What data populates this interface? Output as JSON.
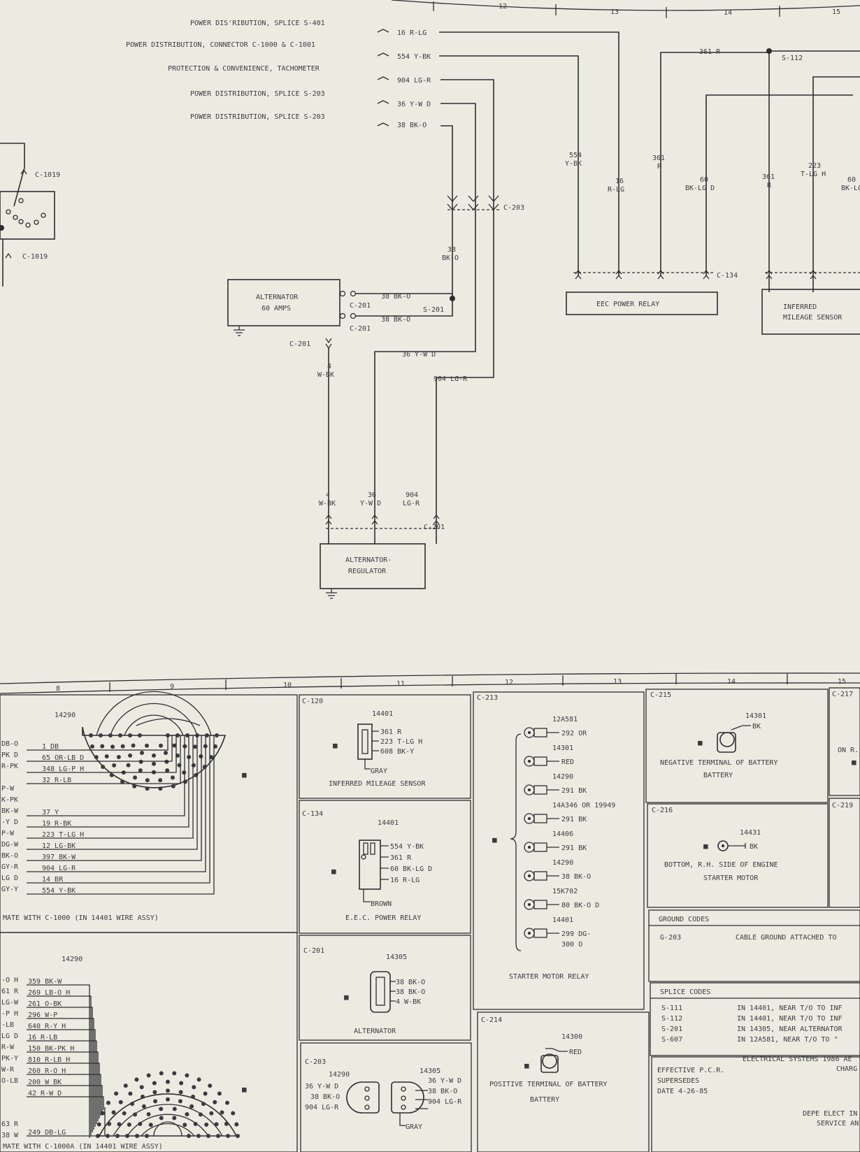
{
  "title_block": {
    "electrical_systems": "ELECTRICAL SYSTEMS 1986 AE",
    "charg": "CHARG",
    "effective": "EFFECTIVE P.C.R.",
    "supersedes": "SUPERSEDES",
    "date": "DATE 4-26-85",
    "dept1": "DEPE ELECT IN",
    "dept2": "SERVICE AN"
  },
  "columns": [
    "8",
    "9",
    "10",
    "11",
    "12",
    "13",
    "14",
    "15"
  ],
  "top_columns": [
    "12",
    "13",
    "14",
    "15"
  ],
  "wire_sources": [
    {
      "label": "POWER DIS'RIBUTION, SPLICE S-401",
      "wire": "16 R-LG"
    },
    {
      "label": "POWER DISTRIBUTION, CONNECTOR C-1000 & C-1001",
      "wire": "554 Y-BK"
    },
    {
      "label": "PROTECTION & CONVENIENCE, TACHOMETER",
      "wire": "904 LG-R"
    },
    {
      "label": "POWER DISTRIBUTION, SPLICE S-203",
      "wire": "36 Y-W D"
    },
    {
      "label": "POWER DISTRIBUTION, SPLICE S-203",
      "wire": "38 BK-O"
    }
  ],
  "labels": {
    "c1019a": "C-1019",
    "c1019b": "C-1019",
    "c203": "C-203",
    "w38": "38",
    "bko": "BK-O",
    "alt1": "ALTERNATOR",
    "alt2": "60 AMPS",
    "wa1": "38 BK-O",
    "wa2": "38 BK-O",
    "c201a": "C-201",
    "c201b": "C-201",
    "s201": "S-201",
    "c201c": "C-201",
    "w4": "4",
    "wbk": "W-BK",
    "w36yw": "36 Y-W D",
    "w904": "904 LG-R",
    "rn1": "4",
    "rn2": "36",
    "rn3": "904",
    "rc1": "W-BK",
    "rc2": "Y-W D",
    "rc3": "LG-R",
    "c201d": "C-201",
    "reg1": "ALTERNATOR-",
    "reg2": "REGULATOR",
    "w361r": "361 R",
    "s112": "S-112",
    "v554": "554",
    "vybk": "Y-BK",
    "v16": "16",
    "vrlg": "R-LG",
    "v361": "361",
    "vr": "R",
    "v60": "60",
    "vbklg": "BK-LG D",
    "v361b": "361",
    "vrb": "R",
    "v223": "223",
    "vtlg": "T-LG H",
    "v60b": "60",
    "vbklgb": "BK-LG",
    "c134": "C-134",
    "eec": "EEC POWER RELAY",
    "ims1": "INFERRED",
    "ims2": "MILEAGE SENSOR"
  },
  "panels": {
    "c1000": {
      "part": "14290",
      "left_codes": [
        "DB-O",
        "PK D",
        "R-PK",
        "",
        "P-W",
        "K-PK",
        "BK-W",
        "-Y D",
        "P-W",
        "DG-W",
        "BK-O",
        "GY-R",
        "LG D",
        "GY-Y"
      ],
      "wires": [
        "1 DB",
        "65 OR-LB D",
        "348 LG-P H",
        "32 R-LB",
        "37 Y",
        "19 R-BK",
        "223 T-LG H",
        "12 LG-BK",
        "397 BK-W",
        "904 LG-R",
        "14 BR",
        "554 Y-BK"
      ],
      "caption": "MATE WITH C-1000 (IN 14401 WIRE ASSY)"
    },
    "c1000a": {
      "part": "14290",
      "left_codes": [
        "-O H",
        "61 R",
        "LG-W",
        "-P H",
        "-LB",
        "LG D",
        "R-W",
        "PK-Y",
        "W-R",
        "O-LB",
        "",
        "63 R",
        "38 W"
      ],
      "wires": [
        "359 BK-W",
        "269 LB-O H",
        "261 O-BK",
        "296 W-P",
        "640 R-Y H",
        "16 R-LB",
        "150 BK-PK H",
        "810 R-LB H",
        "260 R-O H",
        "200 W BK",
        "42 R-W D",
        "249 DB-LG"
      ],
      "caption": "MATE WITH C-1000A (IN 14401 WIRE ASSY)"
    },
    "c120": {
      "code": "C-120",
      "part": "14401",
      "wires": [
        "361 R",
        "223 T-LG H",
        "608 BK-Y"
      ],
      "color": "GRAY",
      "caption": "INFERRED MILEAGE SENSOR"
    },
    "c134": {
      "code": "C-134",
      "part": "14401",
      "wires": [
        "554 Y-BK",
        "361 R",
        "60 BK-LG D",
        "16 R-LG"
      ],
      "color": "BROWN",
      "caption": "E.E.C. POWER RELAY"
    },
    "c201": {
      "code": "C-201",
      "part": "14305",
      "wires": [
        "38 BK-O",
        "38 BK-O",
        "4 W-BK"
      ],
      "caption": "ALTERNATOR"
    },
    "c203": {
      "code": "C-203",
      "part_left": "14290",
      "part_right": "14305",
      "left_wires": [
        "36 Y-W D",
        "38 BK-O",
        "904 LG-R"
      ],
      "right_wires": [
        "36 Y-W D",
        "38 BK-O",
        "904 LG-R"
      ],
      "color": "GRAY"
    },
    "c213": {
      "code": "C-213",
      "caption": "STARTER MOTOR RELAY",
      "items": [
        {
          "part": "12A581",
          "wire": "292 OR"
        },
        {
          "part": "14301",
          "wire": "RED"
        },
        {
          "part": "14290",
          "wire": "291 BK"
        },
        {
          "part": "14A346 OR 19949",
          "wire": "291 BK"
        },
        {
          "part": "14406",
          "wire": "291 BK"
        },
        {
          "part": "14290",
          "wire": "38 BK-O"
        },
        {
          "part": "15K702",
          "wire": "80 BK-O D"
        },
        {
          "part": "14401",
          "wire": "299 DG-"
        },
        {
          "part": "",
          "wire": "300 O"
        }
      ]
    },
    "c214": {
      "code": "C-214",
      "part": "14300",
      "wire": "RED",
      "caption1": "POSITIVE TERMINAL OF BATTERY",
      "caption2": "BATTERY"
    },
    "c215": {
      "code": "C-215",
      "part": "14301",
      "wire": "BK",
      "caption1": "NEGATIVE TERMINAL OF BATTERY",
      "caption2": "BATTERY"
    },
    "c216": {
      "code": "C-216",
      "part": "14431",
      "wire": "BK",
      "caption1": "BOTTOM, R.H. SIDE OF ENGINE",
      "caption2": "STARTER MOTOR"
    },
    "c217": {
      "code": "C-217",
      "text": "ON R.",
      "code2": "C-219"
    },
    "ground": {
      "title": "GROUND CODES",
      "code": "G-203",
      "desc": "CABLE GROUND ATTACHED TO"
    },
    "splice": {
      "title": "SPLICE CODES",
      "rows": [
        {
          "code": "S-111",
          "desc": "IN 14401, NEAR T/O TO INF"
        },
        {
          "code": "S-112",
          "desc": "IN 14401, NEAR T/O TO INF"
        },
        {
          "code": "S-201",
          "desc": "IN 14305, NEAR ALTERNATOR"
        },
        {
          "code": "S-607",
          "desc": "IN 12A581, NEAR T/O TO \""
        }
      ]
    }
  }
}
